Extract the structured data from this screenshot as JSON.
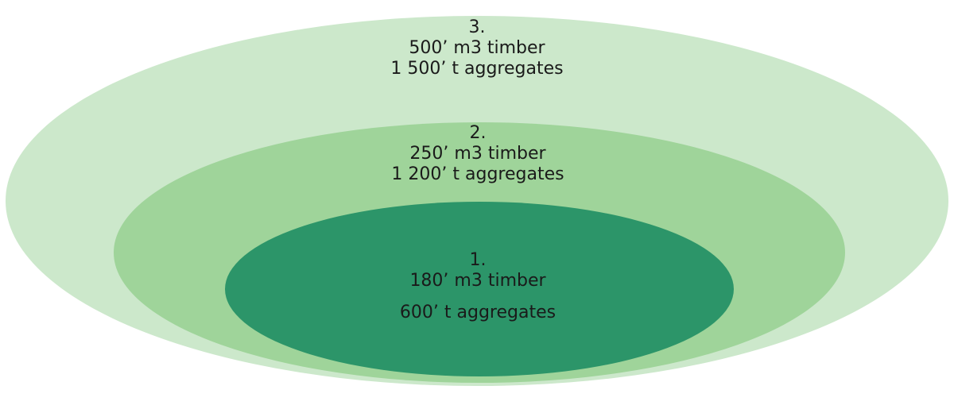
{
  "colors": {
    "outer": "#cce8cb",
    "middle": "#9fd49a",
    "inner": "#2c9569",
    "text": "#1a1a1a"
  },
  "rings": [
    {
      "rank": "1.",
      "timber": "180’ m3 timber",
      "aggregates": "600’ t aggregates"
    },
    {
      "rank": "2.",
      "timber": "250’ m3 timber",
      "aggregates": "1 200’ t aggregates"
    },
    {
      "rank": "3.",
      "timber": "500’ m3 timber",
      "aggregates": "1 500’ t aggregates"
    }
  ]
}
